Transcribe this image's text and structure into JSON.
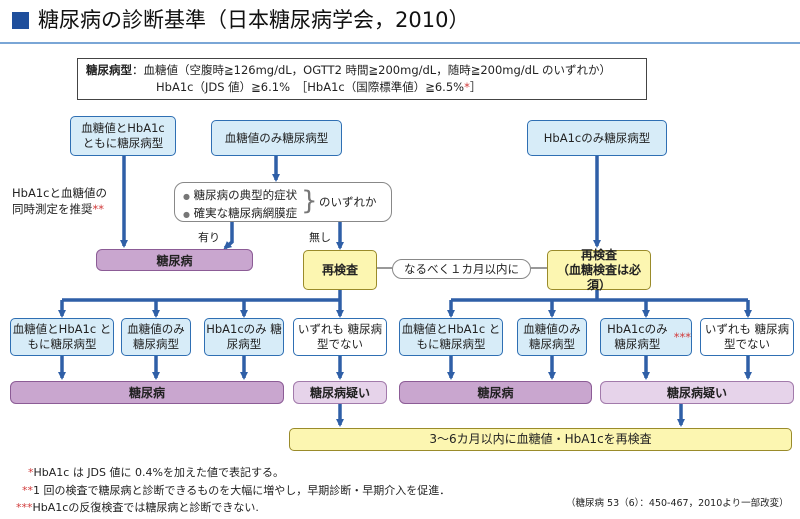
{
  "title": "糖尿病の診断基準（日本糖尿病学会，2010）",
  "criteria": {
    "label": "糖尿病型",
    "line1": "：血糖値（空腹時≧126mg/dL，OGTT2 時間≧200mg/dL，随時≧200mg/dL のいずれか）",
    "line2": "HbA1c（JDS 値）≧6.1%　［HbA1c（国際標準値）≧6.5%",
    "line2_mark": "*",
    "line2_end": "］"
  },
  "top": {
    "both": "血糖値とHbA1c ともに糖尿病型",
    "glucose_only": "血糖値のみ糖尿病型",
    "hba1c_only": "HbA1cのみ糖尿病型"
  },
  "symptoms": {
    "item1": "糖尿病の典型的症状",
    "item2": "確実な糖尿病網膜症",
    "suffix": "のいずれか",
    "bullet": "●"
  },
  "side_note": {
    "text": "HbA1cと血糖値の 同時測定を推奨",
    "mark": "**"
  },
  "labels": {
    "yes": "有り",
    "no": "無し"
  },
  "diabetes": "糖尿病",
  "suspect": "糖尿病疑い",
  "retest_left": "再検査",
  "retest_right": {
    "title": "再検査",
    "sub": "（血糖検査は必須）"
  },
  "interval": "なるべく１カ月以内に",
  "row_left": [
    "血糖値とHbA1c ともに糖尿病型",
    "血糖値のみ 糖尿病型",
    "HbA1cのみ 糖尿病型",
    "いずれも 糖尿病型でない"
  ],
  "row_right": [
    "血糖値とHbA1c ともに糖尿病型",
    "血糖値のみ 糖尿病型",
    "HbA1cのみ 糖尿病型",
    "いずれも 糖尿病型でない"
  ],
  "row_right_mark": "***",
  "recheck": "3～6カ月以内に血糖値・HbA1cを再検査",
  "footnotes": [
    {
      "mark": "*",
      "text": "HbA1c は JDS 値に 0.4%を加えた値で表記する。"
    },
    {
      "mark": "**",
      "text": "1 回の検査で糖尿病と診断できるものを大幅に増やし，早期診断・早期介入を促進．"
    },
    {
      "mark": "***",
      "text": "HbA1cの反復検査では糖尿病と診断できない."
    }
  ],
  "source": "（糖尿病 53（6）：450-467，2010より一部改変）",
  "colors": {
    "arrow": "#2f5fa7",
    "blue_fill": "#d7ecf8",
    "purple": "#c9a6cf",
    "yellow": "#fcf6b1",
    "mark_red": "#d13a3a"
  }
}
